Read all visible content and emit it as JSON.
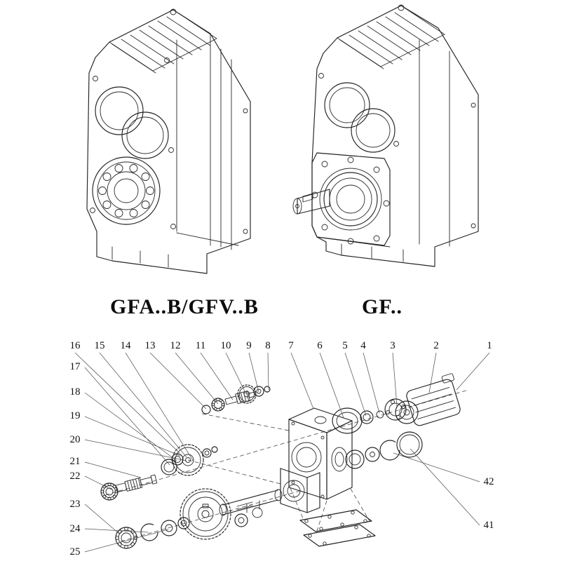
{
  "diagram": {
    "left_model": "GFA..B/GFV..B",
    "right_model": "GF..",
    "line_color": "#222222",
    "background": "#ffffff"
  },
  "exploded": {
    "top": [
      "16",
      "15",
      "14",
      "13",
      "12",
      "11",
      "10",
      "9",
      "8",
      "7",
      "6",
      "5",
      "4",
      "3",
      "2",
      "1"
    ],
    "left": [
      "17",
      "18",
      "19",
      "20",
      "21",
      "22",
      "23",
      "24",
      "25"
    ],
    "right": [
      "42",
      "41"
    ]
  }
}
